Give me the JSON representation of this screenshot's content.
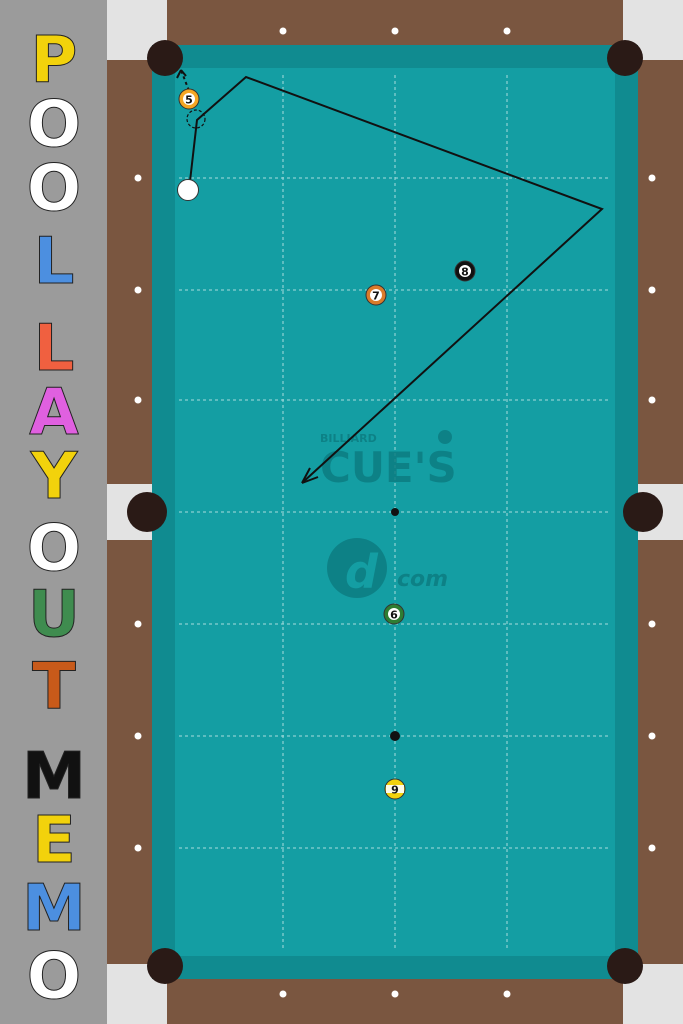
{
  "app": {
    "title_letters": [
      "P",
      "O",
      "O",
      "L",
      "L",
      "A",
      "Y",
      "O",
      "U",
      "T",
      "M",
      "E",
      "M",
      "O"
    ],
    "title_colors": [
      "#f2d20c",
      "#ffffff",
      "#ffffff",
      "#4c8fe0",
      "#f06040",
      "#e060e0",
      "#f2d20c",
      "#ffffff",
      "#ffffff",
      "#3f8c4f",
      "#c85a1a",
      "#111111",
      "#f2d20c",
      "#4c8fe0",
      "#ffffff"
    ]
  },
  "table": {
    "cloth_color": "#149ea3",
    "rail_color": "#7a5640",
    "corner_color": "#e3e3e3",
    "logo_small": "BILLIARD",
    "logo_main": "CUE'S",
    "logo_sub": "com",
    "logo_mark": "d"
  },
  "balls": [
    {
      "id": "cue",
      "label": "",
      "color": "#ffffff"
    },
    {
      "id": "5",
      "label": "5",
      "color": "#f5a623"
    },
    {
      "id": "7",
      "label": "7",
      "color": "#d97b2a"
    },
    {
      "id": "8",
      "label": "8",
      "color": "#111111"
    },
    {
      "id": "6",
      "label": "6",
      "color": "#2e7d32"
    },
    {
      "id": "9",
      "label": "9",
      "color": "#f2d20c"
    }
  ]
}
